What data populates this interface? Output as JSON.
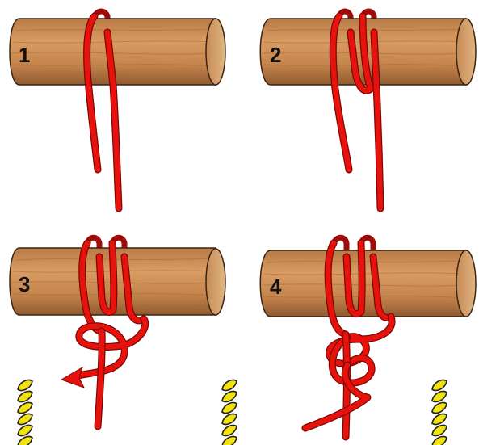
{
  "panels": [
    {
      "number": "1"
    },
    {
      "number": "2"
    },
    {
      "number": "3"
    },
    {
      "number": "4"
    }
  ],
  "colors": {
    "rope": "#e8120d",
    "rope_dark": "#9e0b08",
    "rope_outline": "#7a0805",
    "wood": "#c98a52",
    "wood_light": "#deb07c",
    "wood_dark": "#8a5630",
    "wood_grain": "#a76c3c",
    "wood_outline": "#3a2413",
    "yellow_rope": "#f2e30f",
    "yellow_outline": "#222222"
  },
  "icons": {
    "rope": "red-rope-icon",
    "log": "wooden-log-icon",
    "arrow": "direction-arrow-icon",
    "yellow_rope": "yellow-twisted-rope-icon"
  }
}
